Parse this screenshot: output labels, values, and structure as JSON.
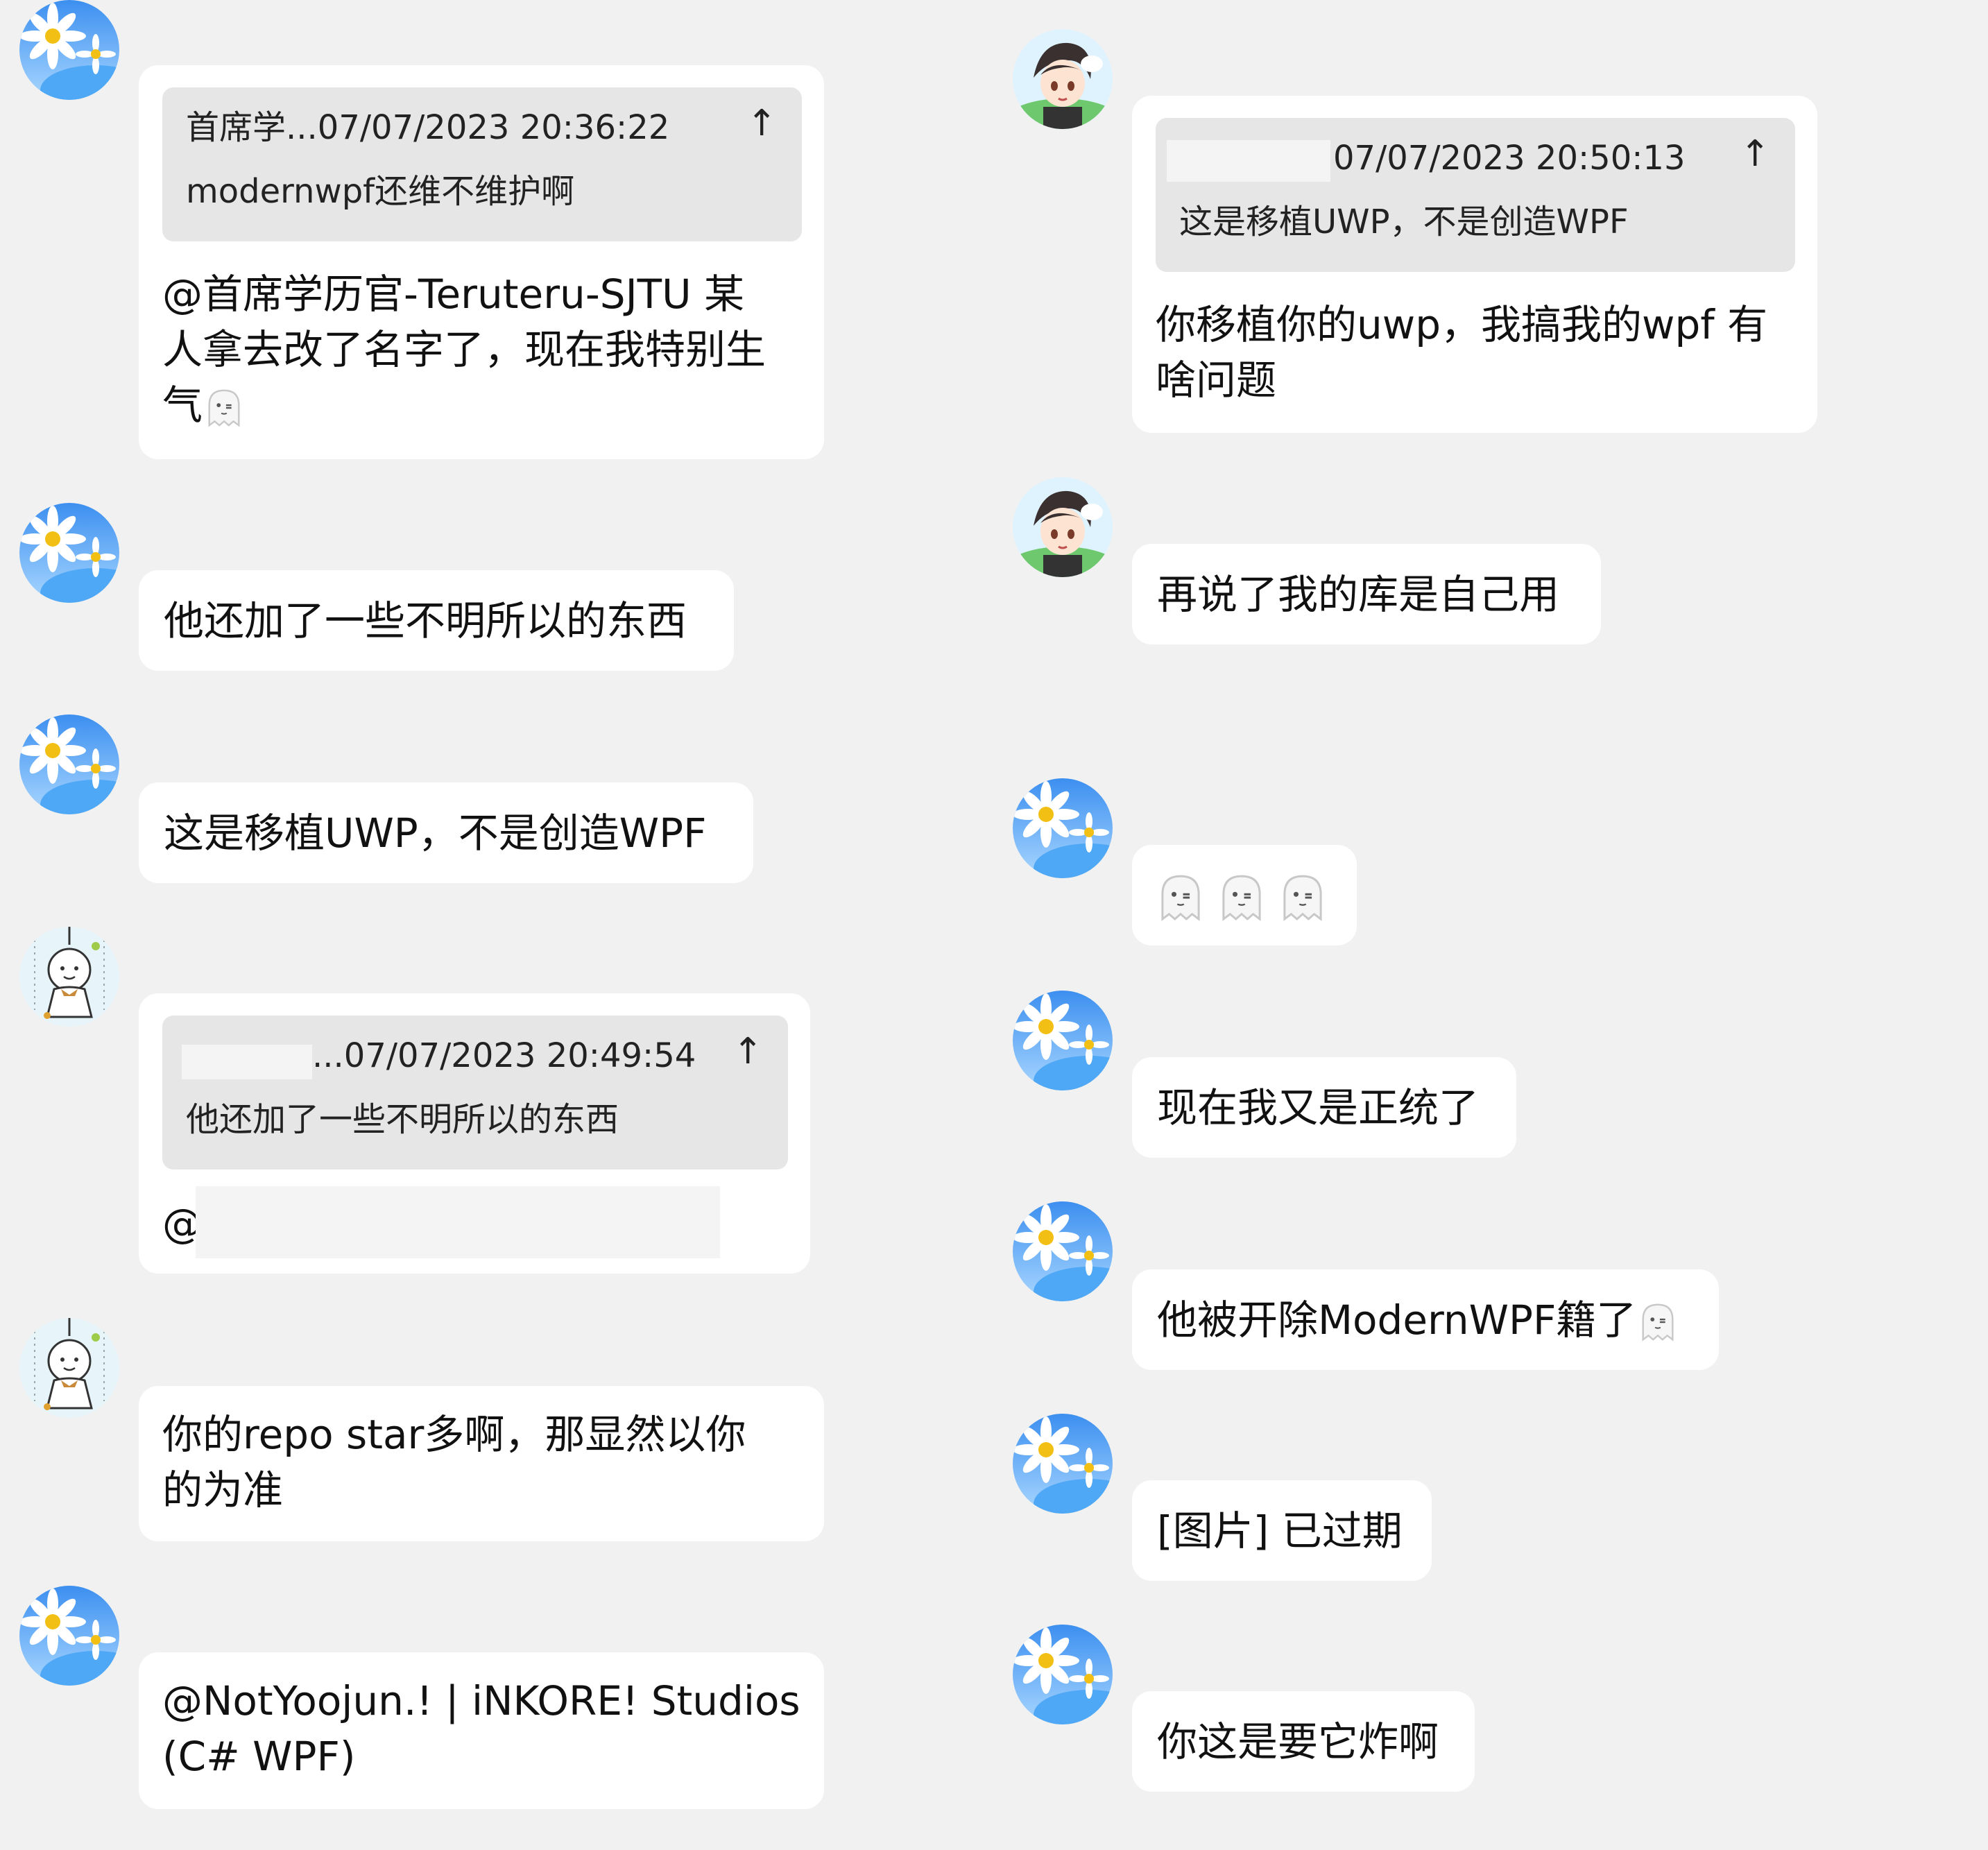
{
  "left": [
    {
      "quote_head": "首席学...07/07/2023 20:36:22",
      "quote_body": "modernwpf还维不维护啊",
      "text": "@首席学历官-Teruteru-SJTU 某\n人拿去改了名字了，现在我特别生\n气"
    },
    {
      "text": "他还加了一些不明所以的东西"
    },
    {
      "text": "这是移植UWP，不是创造WPF"
    },
    {
      "quote_head": "...07/07/2023 20:49:54",
      "quote_body": "他还加了一些不明所以的东西",
      "text": "@"
    },
    {
      "text": "你的repo star多啊，那显然以你\n的为准"
    },
    {
      "text": "@NotYoojun.! | iNKORE! Studios\n(C# WPF)"
    }
  ],
  "right": [
    {
      "quote_head": "07/07/2023 20:50:13",
      "quote_body": "这是移植UWP，不是创造WPF",
      "text": "你移植你的uwp，我搞我的wpf 有\n啥问题"
    },
    {
      "text": "再说了我的库是自己用"
    },
    {
      "text": ""
    },
    {
      "text": "现在我又是正统了"
    },
    {
      "text": "他被开除ModernWPF籍了"
    },
    {
      "text": "[图片] 已过期"
    },
    {
      "text": "你这是要它炸啊"
    }
  ],
  "icons": {
    "jump": "↑",
    "ghost": "ghost-emoji-icon",
    "avatar_daisy": "daisy-avatar-icon",
    "avatar_anime": "anime-boy-avatar-icon",
    "avatar_doll": "teru-teru-bozu-avatar-icon"
  },
  "colors": {
    "background": "#f1f1f1",
    "bubble": "#ffffff",
    "quote": "#e6e6e6"
  }
}
